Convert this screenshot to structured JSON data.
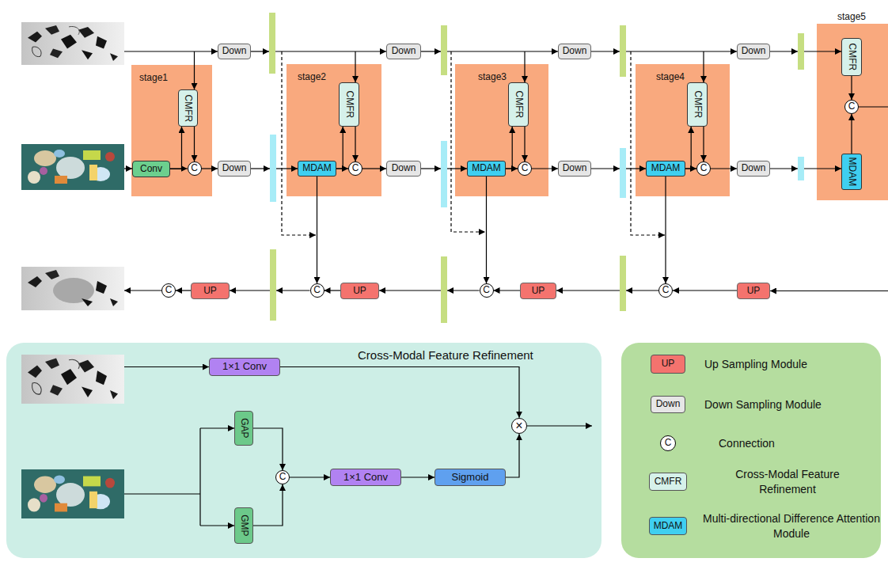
{
  "diagram": {
    "nodes": [
      {
        "text": [
          "stage1"
        ]
      },
      {
        "text": [
          "CMFR"
        ],
        "in": 0
      },
      {
        "text": [
          "Conv"
        ],
        "in": 0
      },
      {
        "text": [
          "C"
        ],
        "in": 0
      },
      {
        "text": [
          "Down"
        ]
      },
      {
        "text": [
          "Down"
        ]
      },
      {
        "text": [
          "stage2"
        ]
      },
      {
        "text": [
          "MDAM"
        ],
        "in": 6
      },
      {
        "text": [
          "CMFR"
        ],
        "in": 6
      },
      {
        "text": [
          "C"
        ],
        "in": 6
      },
      {
        "text": [
          "Down"
        ]
      },
      {
        "text": [
          "Down"
        ]
      },
      {
        "text": [
          "stage3"
        ]
      },
      {
        "text": [
          "MDAM"
        ],
        "in": 12
      },
      {
        "text": [
          "CMFR"
        ],
        "in": 12
      },
      {
        "text": [
          "C"
        ],
        "in": 12
      },
      {
        "text": [
          "Down"
        ]
      },
      {
        "text": [
          "Down"
        ]
      },
      {
        "text": [
          "stage4"
        ]
      },
      {
        "text": [
          "MDAM"
        ],
        "in": 18
      },
      {
        "text": [
          "CMFR"
        ],
        "in": 18
      },
      {
        "text": [
          "C"
        ],
        "in": 18
      },
      {
        "text": [
          "Down"
        ]
      },
      {
        "text": [
          "Down"
        ]
      },
      {
        "text": [
          "stage5"
        ]
      },
      {
        "text": [
          "CMFR"
        ],
        "in": 24
      },
      {
        "text": [
          "C"
        ],
        "in": 24
      },
      {
        "text": [
          "MDAM"
        ],
        "in": 24
      },
      {
        "text": [
          "C"
        ]
      },
      {
        "text": [
          "UP"
        ]
      },
      {
        "text": [
          "C"
        ]
      },
      {
        "text": [
          "UP"
        ]
      },
      {
        "text": [
          "C"
        ]
      },
      {
        "text": [
          "UP"
        ]
      },
      {
        "text": [
          "C"
        ]
      },
      {
        "text": [
          "UP"
        ]
      },
      {
        "text": [
          "Cross-Modal Feature Refinement"
        ]
      },
      {
        "text": [
          "1×1 Conv"
        ],
        "in": 36
      },
      {
        "text": [
          "GAP"
        ],
        "in": 36
      },
      {
        "text": [
          "GMP"
        ],
        "in": 36
      },
      {
        "text": [
          "C"
        ],
        "in": 36
      },
      {
        "text": [
          "1×1 Conv"
        ],
        "in": 36
      },
      {
        "text": [
          "Sigmoid"
        ],
        "in": 36
      },
      {
        "text": [
          "×"
        ],
        "in": 36
      }
    ],
    "edges": [
      {
        "from": 2,
        "to": 1,
        "arrow": "to"
      },
      {
        "from": 2,
        "to": 3,
        "arrow": "to"
      },
      {
        "from": 1,
        "to": 3,
        "arrow": "to"
      },
      {
        "from": 3,
        "to": 5,
        "arrow": "to"
      },
      {
        "from": 7,
        "to": 8,
        "arrow": "to"
      },
      {
        "from": 7,
        "to": 9,
        "arrow": "to"
      },
      {
        "from": 8,
        "to": 9,
        "arrow": "to"
      },
      {
        "from": 9,
        "to": 11,
        "arrow": "to"
      },
      {
        "from": 7,
        "to": 30,
        "arrow": "to"
      },
      {
        "from": 13,
        "to": 14,
        "arrow": "to"
      },
      {
        "from": 13,
        "to": 15,
        "arrow": "to"
      },
      {
        "from": 14,
        "to": 15,
        "arrow": "to"
      },
      {
        "from": 15,
        "to": 17,
        "arrow": "to"
      },
      {
        "from": 13,
        "to": 32,
        "arrow": "to"
      },
      {
        "from": 19,
        "to": 20,
        "arrow": "to"
      },
      {
        "from": 19,
        "to": 21,
        "arrow": "to"
      },
      {
        "from": 20,
        "to": 21,
        "arrow": "to"
      },
      {
        "from": 21,
        "to": 23,
        "arrow": "to"
      },
      {
        "from": 19,
        "to": 34,
        "arrow": "to"
      },
      {
        "from": 25,
        "to": 26,
        "arrow": "to"
      },
      {
        "from": 27,
        "to": 26,
        "arrow": "to"
      },
      {
        "from": 35,
        "to": 34,
        "arrow": "to"
      },
      {
        "from": 33,
        "to": 32,
        "arrow": "to"
      },
      {
        "from": 31,
        "to": 30,
        "arrow": "to"
      },
      {
        "from": 29,
        "to": 28,
        "arrow": "to"
      },
      {
        "from": 37,
        "to": 43,
        "arrow": "to"
      },
      {
        "from": 38,
        "to": 40,
        "arrow": "to"
      },
      {
        "from": 39,
        "to": 40,
        "arrow": "to"
      },
      {
        "from": 40,
        "to": 41,
        "arrow": "to"
      },
      {
        "from": 41,
        "to": 42,
        "arrow": "to"
      },
      {
        "from": 42,
        "to": 43,
        "arrow": "to"
      }
    ],
    "labels": [
      "UP",
      "Down",
      "C",
      "CMFR",
      "MDAM"
    ],
    "legend": [
      {
        "text": "Up Sampling Module",
        "color": "#f4736e"
      },
      {
        "text": "Down Sampling Module",
        "color": "#e6e6e6"
      },
      {
        "text": "Connection"
      },
      {
        "text": "Cross-Modal Feature Refinement",
        "color": "#d6f1ea"
      },
      {
        "text": "Multi-directional Difference Attention Module",
        "color": "#3fcff0"
      }
    ]
  }
}
